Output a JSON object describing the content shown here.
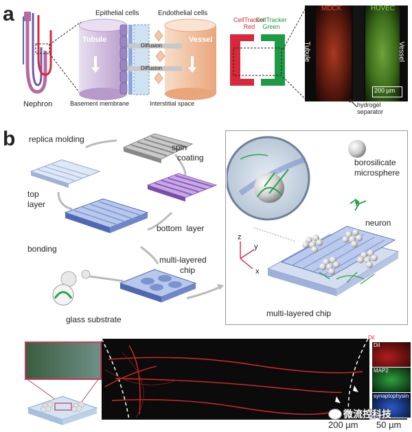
{
  "panels": {
    "a": {
      "letter": "a",
      "nephron_label": "Nephron",
      "tubule_label": "Tubule",
      "vessel_label": "Vessel",
      "epithelial_label": "Epithelial cells",
      "endothelial_label": "Endothelial cells",
      "diffusion_label_1": "Diffusion",
      "diffusion_label_2": "Diffusion",
      "basement_label": "Basement membrane",
      "interstitial_label": "Interstitial space",
      "celltracker_red": [
        "CellTracker",
        "Red"
      ],
      "celltracker_green": [
        "CellTracker",
        "Green"
      ],
      "mdck_label": "MDCK",
      "huvec_label": "HUVEC",
      "micro_tubule_label": "Tubule",
      "micro_vessel_label": "Vessel",
      "scalebar_label": "200 µm",
      "hydrogel_label": [
        "hydrogel",
        "separator"
      ]
    },
    "b": {
      "letter": "b",
      "replica_molding": "replica molding",
      "spin_coating": [
        "spin",
        "coating"
      ],
      "top_layer": [
        "top",
        "layer"
      ],
      "bottom_layer": "bottom  layer",
      "bonding": "bonding",
      "multilayer_chip": [
        "multi-layered",
        "chip"
      ],
      "glass_substrate": "glass substrate",
      "borosilicate": [
        "borosilicate",
        "microsphere"
      ],
      "neuron": "neuron",
      "axis_z": "z",
      "axis_y": "y",
      "axis_x": "x",
      "multilayer_chip_box": "multi-layered chip"
    },
    "c": {
      "dil_top": "Dil",
      "dil_inset": "Dil",
      "map2": "MAP2",
      "synaptophysin": "synaptophysin",
      "scale_200": "200 µm",
      "scale_50": "50 µm",
      "watermark": "微流控科技"
    }
  },
  "colors": {
    "red": "#d8283c",
    "green": "#1e9a45",
    "purple": "#b79ac9",
    "orange": "#f0b893",
    "blue_chip": "#6f86c8"
  }
}
